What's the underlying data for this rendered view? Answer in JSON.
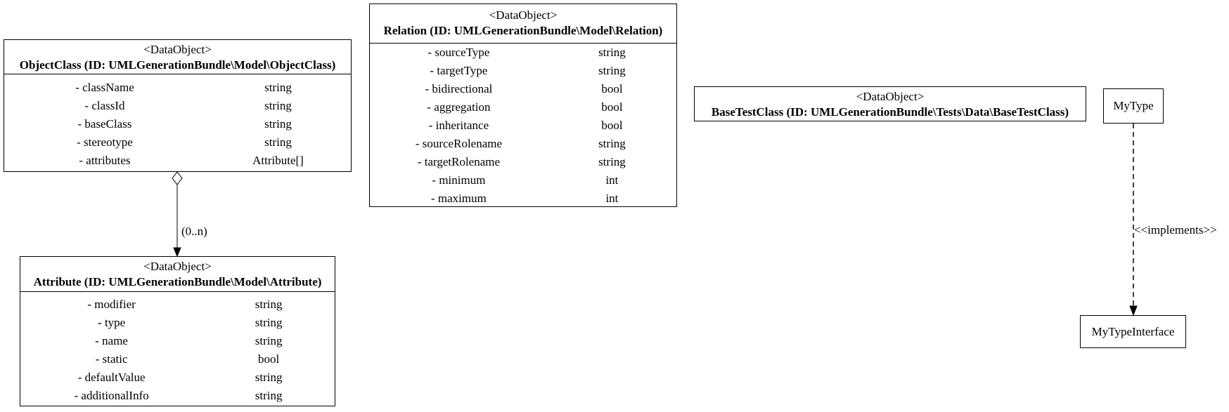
{
  "diagram": {
    "background_color": "#ffffff",
    "line_color": "#000000",
    "text_color": "#000000"
  },
  "nodes": {
    "objectclass": {
      "stereotype": "<DataObject>",
      "title": "ObjectClass (ID: UMLGenerationBundle\\Model\\ObjectClass)",
      "attributes": [
        {
          "name": "- className",
          "type": "string"
        },
        {
          "name": "- classId",
          "type": "string"
        },
        {
          "name": "- baseClass",
          "type": "string"
        },
        {
          "name": "- stereotype",
          "type": "string"
        },
        {
          "name": "- attributes",
          "type": "Attribute[]"
        }
      ]
    },
    "relation": {
      "stereotype": "<DataObject>",
      "title": "Relation (ID: UMLGenerationBundle\\Model\\Relation)",
      "attributes": [
        {
          "name": "- sourceType",
          "type": "string"
        },
        {
          "name": "- targetType",
          "type": "string"
        },
        {
          "name": "- bidirectional",
          "type": "bool"
        },
        {
          "name": "- aggregation",
          "type": "bool"
        },
        {
          "name": "- inheritance",
          "type": "bool"
        },
        {
          "name": "- sourceRolename",
          "type": "string"
        },
        {
          "name": "- targetRolename",
          "type": "string"
        },
        {
          "name": "- minimum",
          "type": "int"
        },
        {
          "name": "- maximum",
          "type": "int"
        }
      ]
    },
    "basetestclass": {
      "stereotype": "<DataObject>",
      "title": "BaseTestClass (ID: UMLGenerationBundle\\Tests\\Data\\BaseTestClass)",
      "attributes": []
    },
    "attribute": {
      "stereotype": "<DataObject>",
      "title": "Attribute (ID: UMLGenerationBundle\\Model\\Attribute)",
      "attributes": [
        {
          "name": "- modifier",
          "type": "string"
        },
        {
          "name": "- type",
          "type": "string"
        },
        {
          "name": "- name",
          "type": "string"
        },
        {
          "name": "- static",
          "type": "bool"
        },
        {
          "name": "- defaultValue",
          "type": "string"
        },
        {
          "name": "- additionalInfo",
          "type": "string"
        }
      ]
    },
    "mytype": {
      "label": "MyType"
    },
    "mytypeinterface": {
      "label": "MyTypeInterface"
    }
  },
  "edges": {
    "aggregation": {
      "from": "ObjectClass",
      "to": "Attribute",
      "multiplicity_label": "(0..n)",
      "style": "solid, hollow diamond at source, filled arrow at target"
    },
    "implements": {
      "from": "MyType",
      "to": "MyTypeInterface",
      "label": "<<implements>>",
      "style": "dashed, filled arrow at target"
    }
  }
}
